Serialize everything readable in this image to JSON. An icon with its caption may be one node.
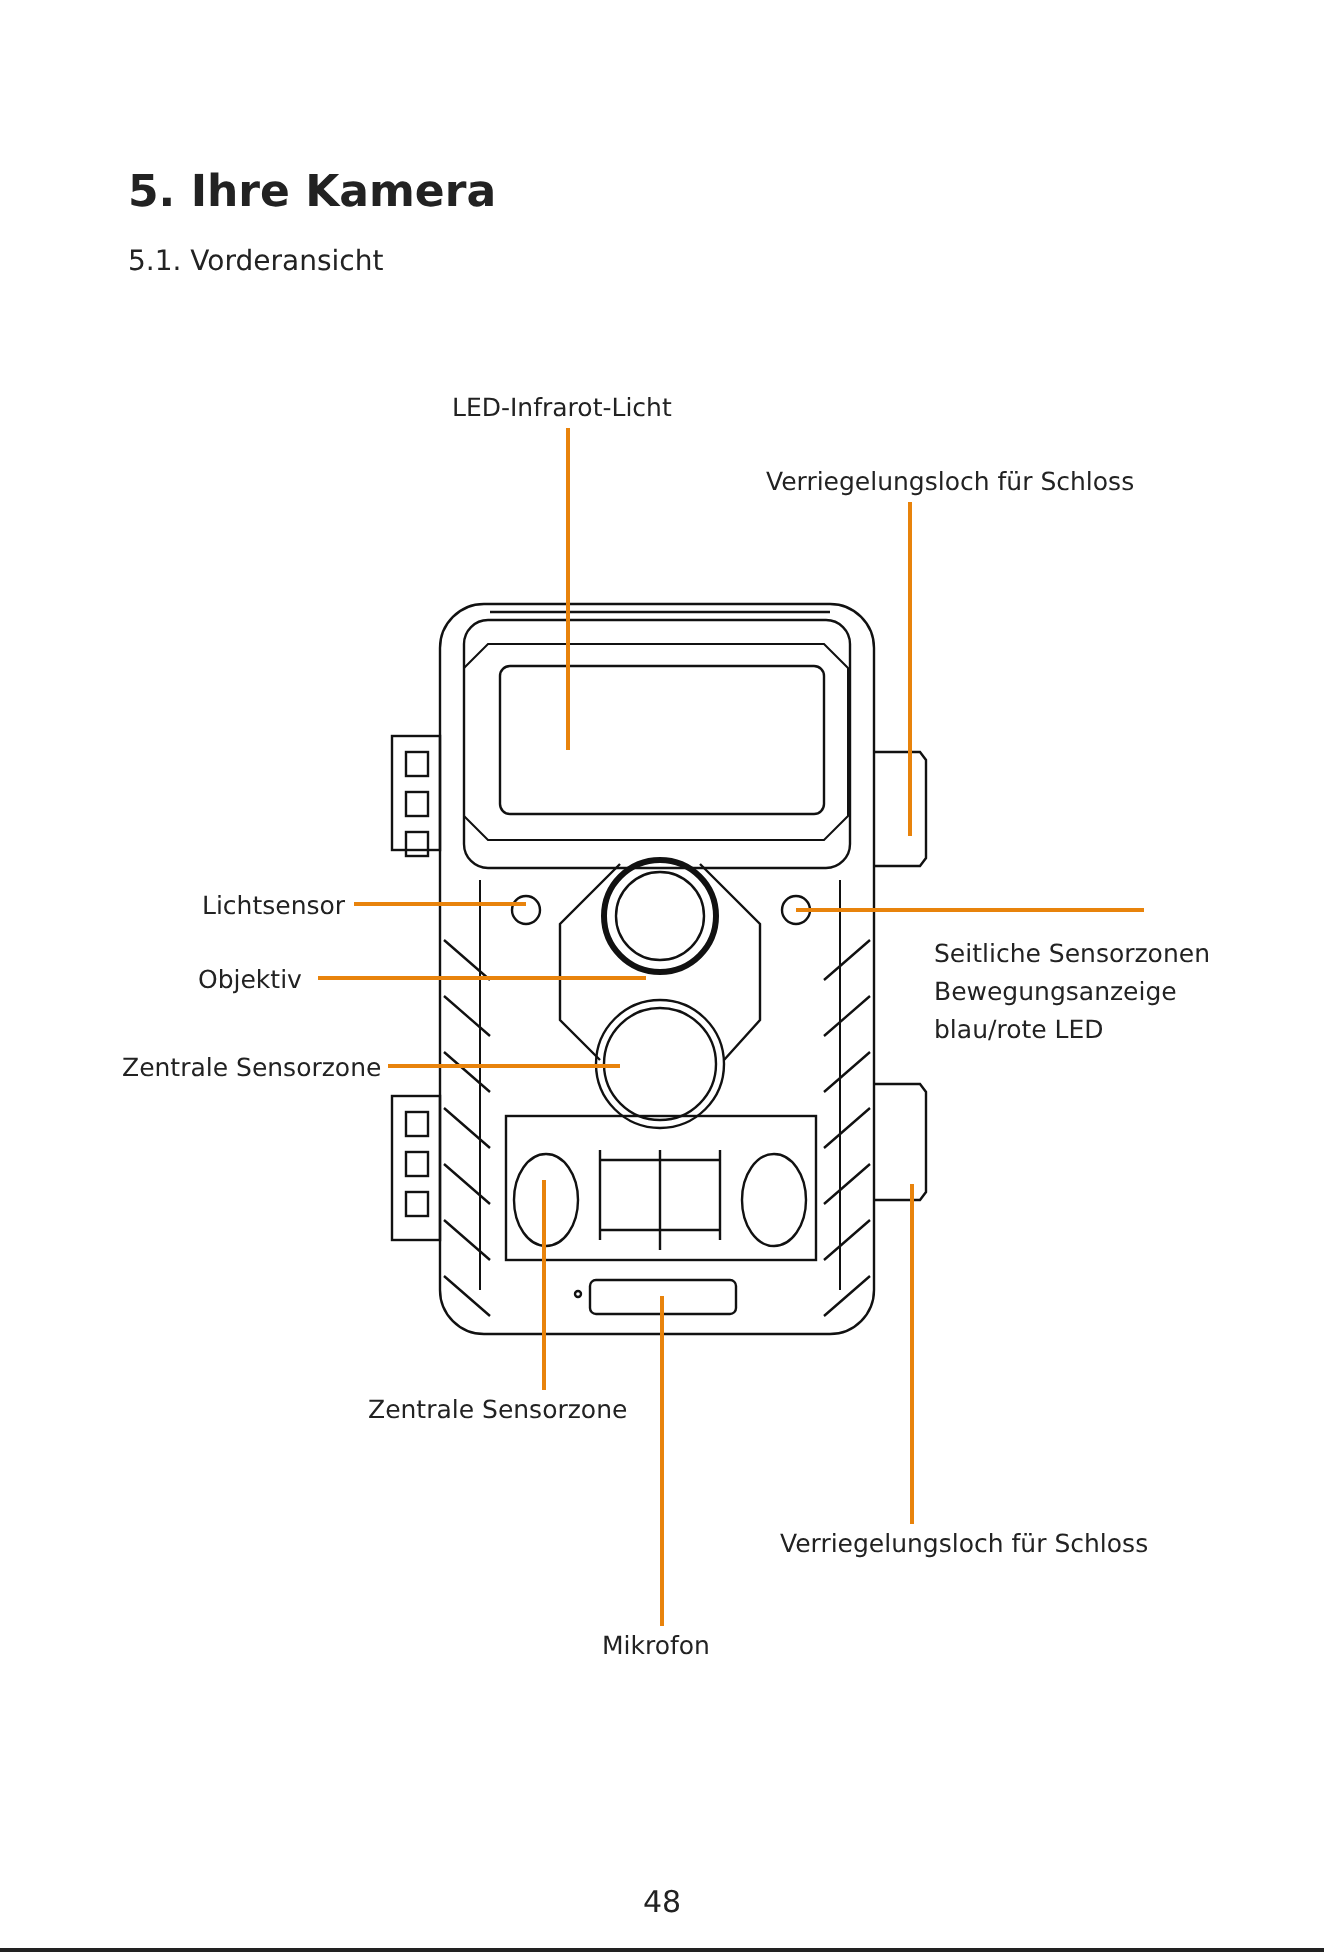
{
  "diagram": {
    "title": "5. Ihre Kamera",
    "nodes": [
      {
        "text": [
          "LED-Infrarot-Licht"
        ]
      },
      {
        "text": [
          "Verriegelungsloch für Schloss"
        ]
      },
      {
        "text": [
          "Lichtsensor"
        ]
      },
      {
        "text": [
          "Objektiv"
        ]
      },
      {
        "text": [
          "Zentrale Sensorzone"
        ]
      },
      {
        "text": [
          "Seitliche Sensorzonen Bewegungsanzeige blau/rote LED"
        ]
      },
      {
        "text": [
          "Zentrale Sensorzone"
        ]
      },
      {
        "text": [
          "Verriegelungsloch für Schloss"
        ]
      },
      {
        "text": [
          "Mikrofon"
        ]
      }
    ],
    "edges": [
      {
        "from": 0,
        "to": null,
        "arrow": "none"
      },
      {
        "from": 1,
        "to": null,
        "arrow": "none"
      },
      {
        "from": 2,
        "to": null,
        "arrow": "none"
      },
      {
        "from": 3,
        "to": null,
        "arrow": "none"
      },
      {
        "from": 4,
        "to": null,
        "arrow": "none"
      },
      {
        "from": 5,
        "to": null,
        "arrow": "none"
      },
      {
        "from": 6,
        "to": null,
        "arrow": "none"
      },
      {
        "from": 7,
        "to": null,
        "arrow": "none"
      },
      {
        "from": 8,
        "to": null,
        "arrow": "none"
      }
    ],
    "labels": [
      "5.1. Vorderansicht",
      "48"
    ]
  }
}
